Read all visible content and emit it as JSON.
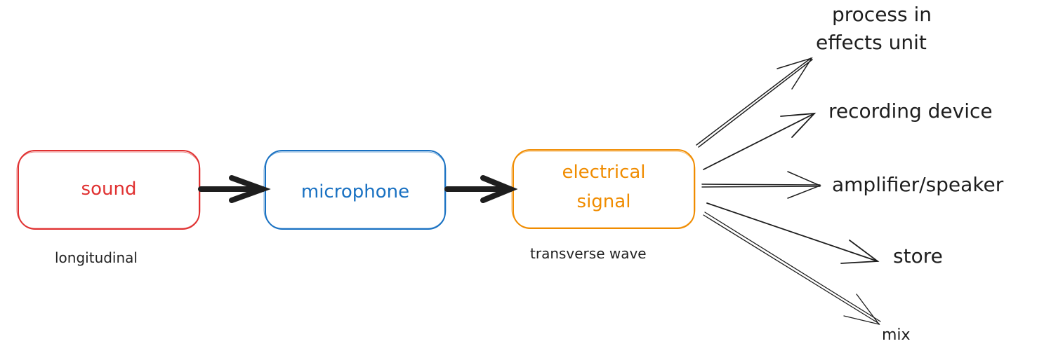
{
  "diagram": {
    "nodes": [
      {
        "id": "sound",
        "label": "sound",
        "color": "#e03131",
        "caption": "longitudinal"
      },
      {
        "id": "microphone",
        "label": "microphone",
        "color": "#1971c2",
        "caption": ""
      },
      {
        "id": "electrical",
        "label": "electrical signal",
        "line1": "electrical",
        "line2": "signal",
        "color": "#f08c00",
        "caption": "transverse wave"
      }
    ],
    "outputs": [
      {
        "id": "effects",
        "line1": "process in",
        "line2": "effects unit"
      },
      {
        "id": "recording",
        "label": "recording device"
      },
      {
        "id": "amplifier",
        "label": "amplifier/speaker"
      },
      {
        "id": "store",
        "label": "store"
      },
      {
        "id": "mix",
        "label": "mix"
      }
    ],
    "edges": [
      {
        "from": "sound",
        "to": "microphone"
      },
      {
        "from": "microphone",
        "to": "electrical"
      },
      {
        "from": "electrical",
        "to": "effects"
      },
      {
        "from": "electrical",
        "to": "recording"
      },
      {
        "from": "electrical",
        "to": "amplifier"
      },
      {
        "from": "electrical",
        "to": "store"
      },
      {
        "from": "electrical",
        "to": "mix"
      }
    ],
    "stroke_color": "#1e1e1e"
  }
}
